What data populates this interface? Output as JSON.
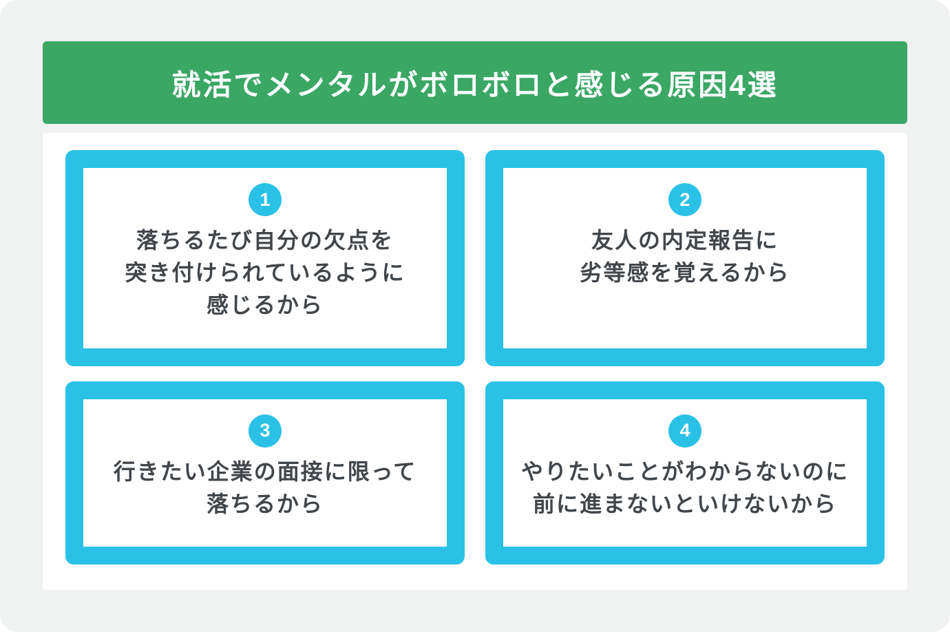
{
  "header": {
    "title": "就活でメンタルがボロボロと感じる原因4選"
  },
  "cards": [
    {
      "number": "1",
      "lines": [
        "落ちるたび自分の欠点を",
        "突き付けられているように",
        "感じるから"
      ]
    },
    {
      "number": "2",
      "lines": [
        "友人の内定報告に",
        "劣等感を覚えるから"
      ]
    },
    {
      "number": "3",
      "lines": [
        "行きたい企業の面接に限って",
        "落ちるから"
      ]
    },
    {
      "number": "4",
      "lines": [
        "やりたいことがわからないのに",
        "前に進まないといけないから"
      ]
    }
  ],
  "colors": {
    "green": "#3aa764",
    "cyan": "#2bc1e7",
    "background": "#f0f1f1",
    "text": "#41464b"
  }
}
